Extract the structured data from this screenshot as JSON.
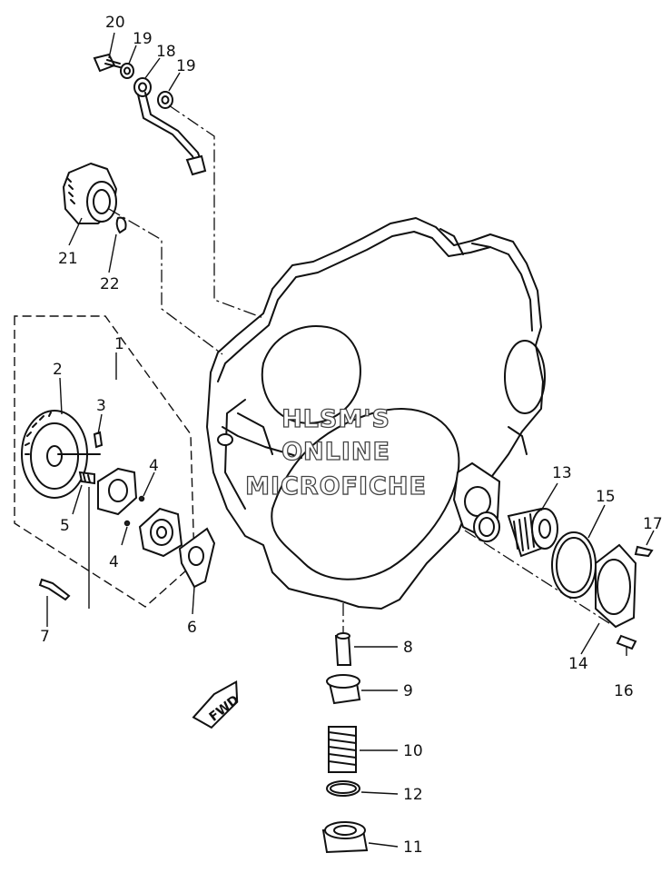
{
  "watermark": {
    "line1": "HLSM'S",
    "line2": "ONLINE",
    "line3": "MICROFICHE"
  },
  "direction_label": "FWD",
  "callouts": {
    "c1": "1",
    "c2": "2",
    "c3": "3",
    "c4a": "4",
    "c4b": "4",
    "c5": "5",
    "c6": "6",
    "c7": "7",
    "c8": "8",
    "c9": "9",
    "c10": "10",
    "c11": "11",
    "c12": "12",
    "c13": "13",
    "c14": "14",
    "c15": "15",
    "c16": "16",
    "c17": "17",
    "c18": "18",
    "c19a": "19",
    "c19b": "19",
    "c20": "20",
    "c21": "21",
    "c22": "22"
  }
}
